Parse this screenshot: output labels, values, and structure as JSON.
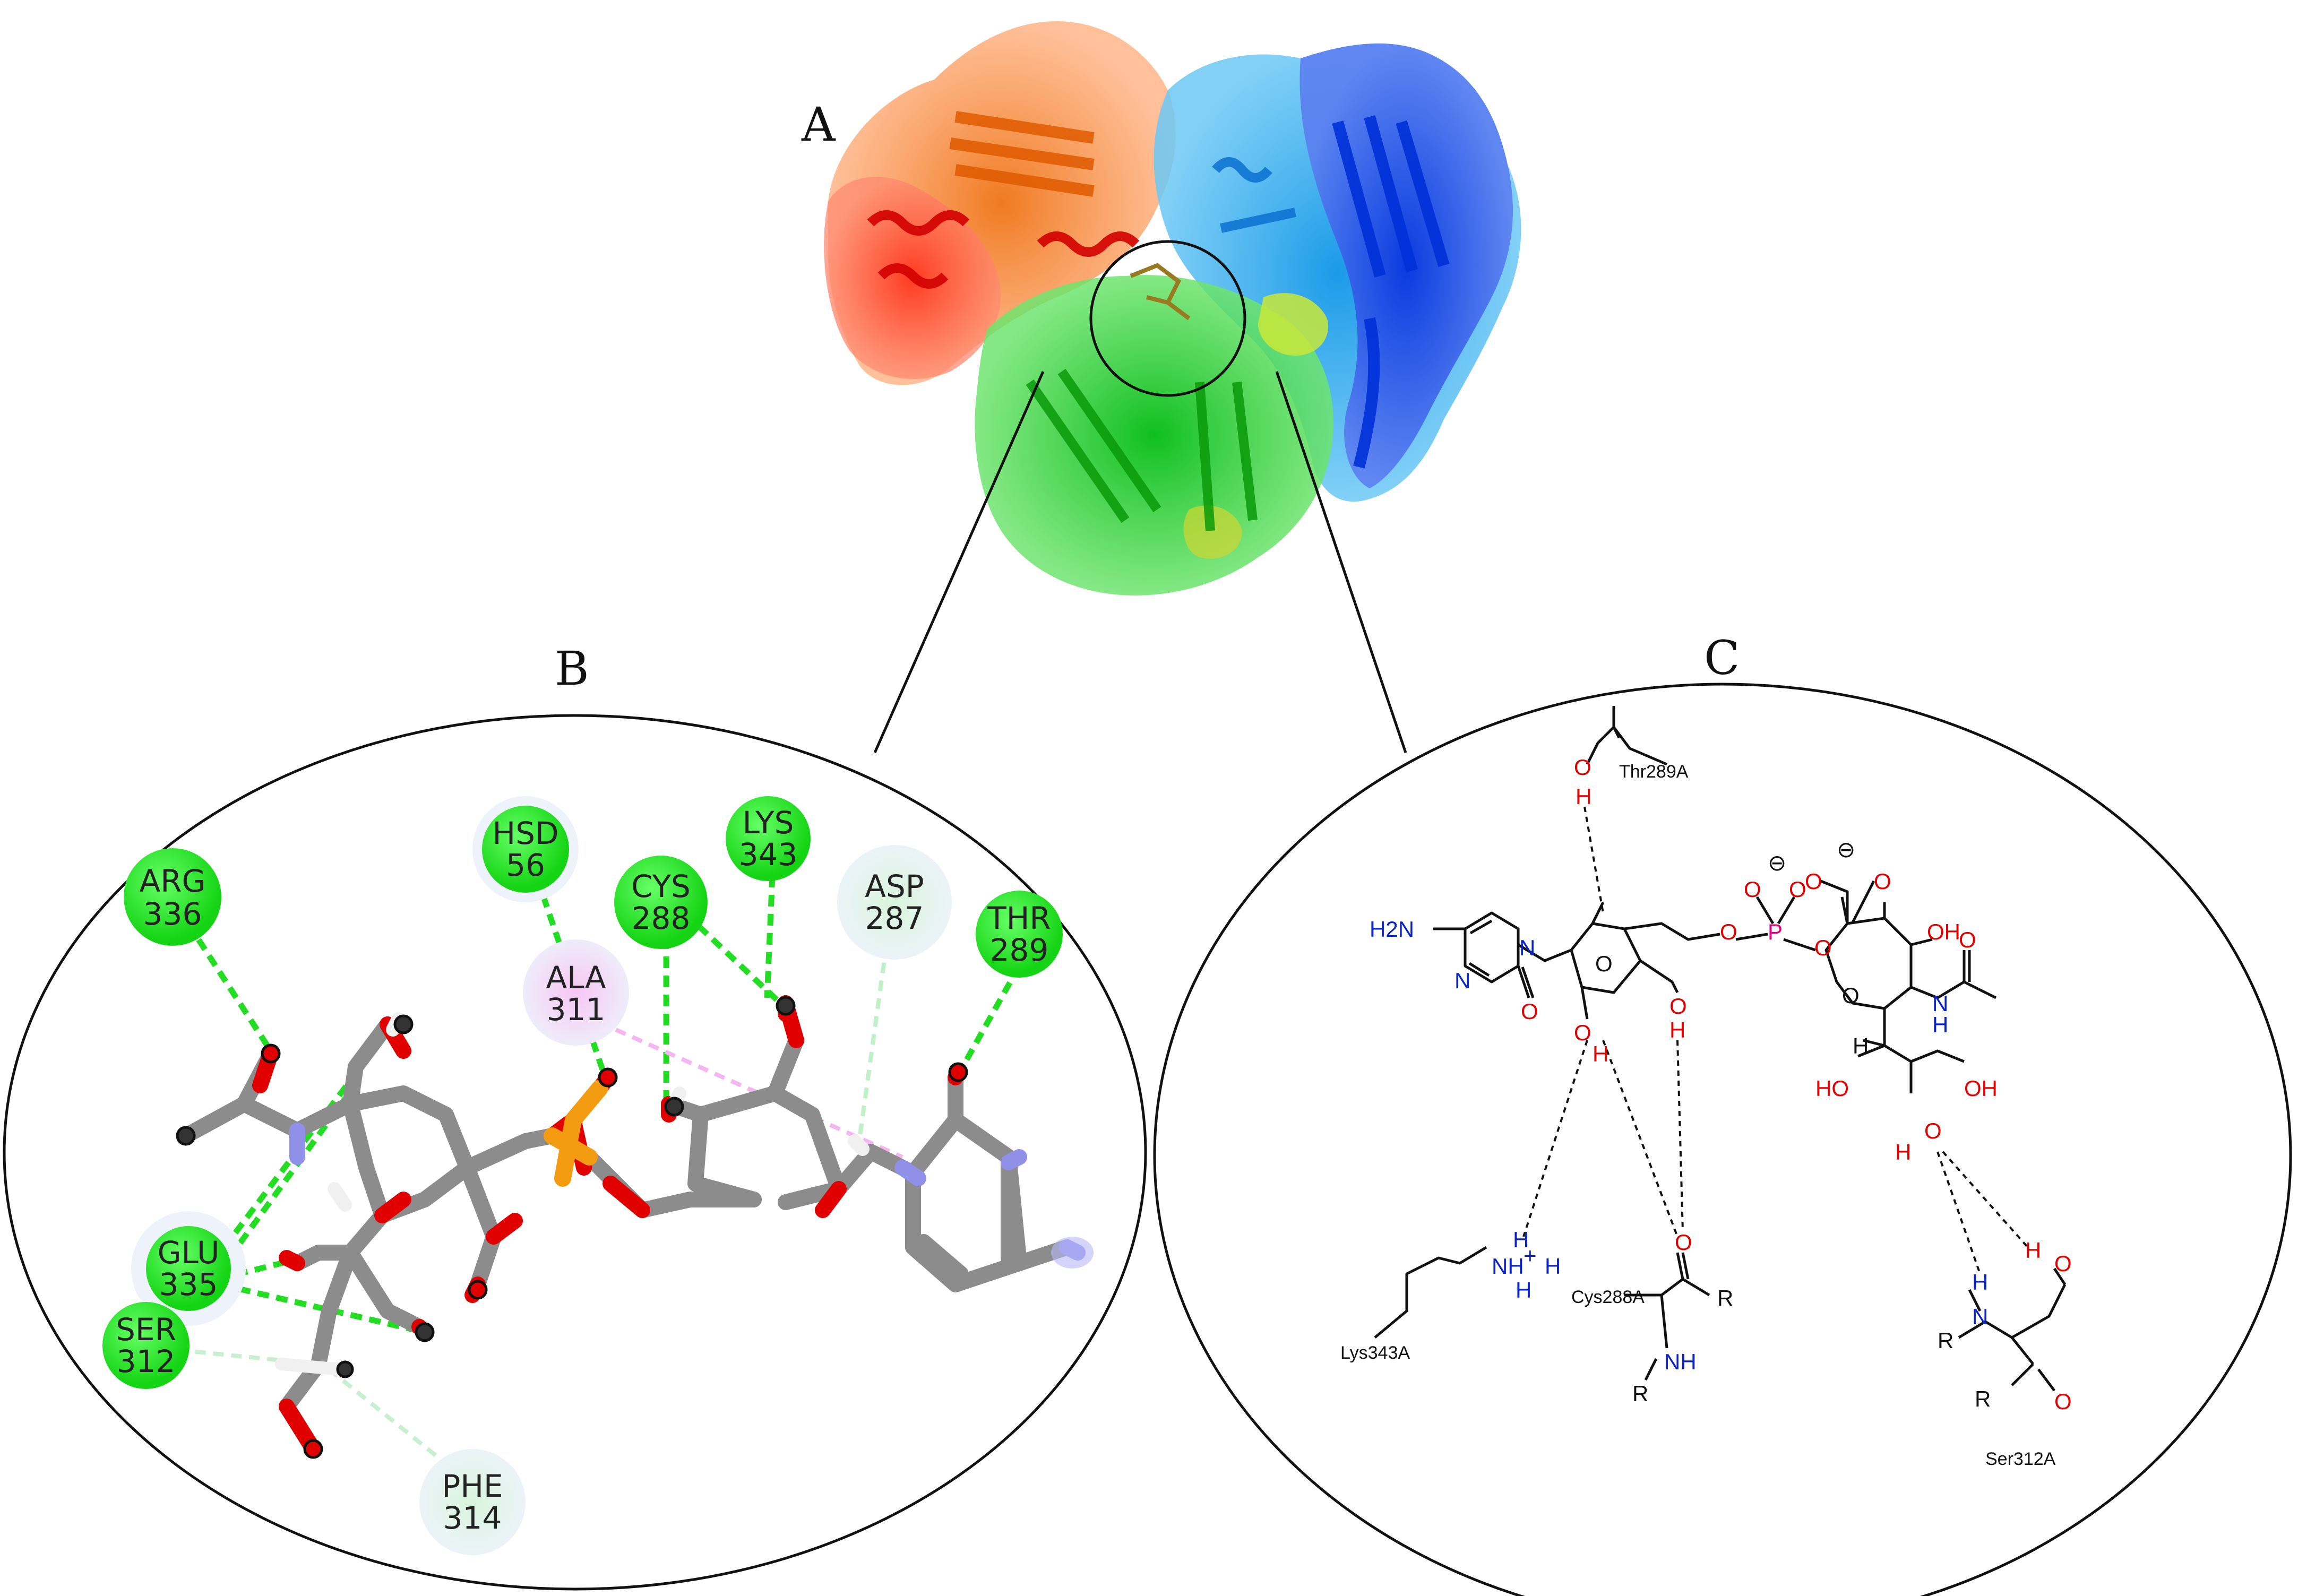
{
  "panels": {
    "a": "A",
    "b": "B",
    "c": "C"
  },
  "residues_b": [
    {
      "name": "ARG",
      "num": "336"
    },
    {
      "name": "HSD",
      "num": "56"
    },
    {
      "name": "LYS",
      "num": "343"
    },
    {
      "name": "CYS",
      "num": "288"
    },
    {
      "name": "ASP",
      "num": "287"
    },
    {
      "name": "THR",
      "num": "289"
    },
    {
      "name": "ALA",
      "num": "311"
    },
    {
      "name": "GLU",
      "num": "335"
    },
    {
      "name": "SER",
      "num": "312"
    },
    {
      "name": "PHE",
      "num": "314"
    }
  ],
  "panel_c": {
    "thr": "Thr289A",
    "lys": "Lys343A",
    "cys": "Cys288A",
    "ser": "Ser312A",
    "h2n": "H2N",
    "n": "N",
    "o": "O",
    "oh": "OH",
    "ho": "HO",
    "h": "H",
    "nh": "NH",
    "p": "P",
    "r": "R",
    "nh3": "NH",
    "plus": "+",
    "minus": "⊖"
  },
  "colors": {
    "interaction_green": "#22dd22",
    "pi_alkyl_pink": "#f0a0f0",
    "carbon_grey": "#8c8c8c",
    "oxygen_red": "#e00000",
    "phosphorus_orange": "#f39c12",
    "nitrogen_blue": "#9090e8"
  }
}
